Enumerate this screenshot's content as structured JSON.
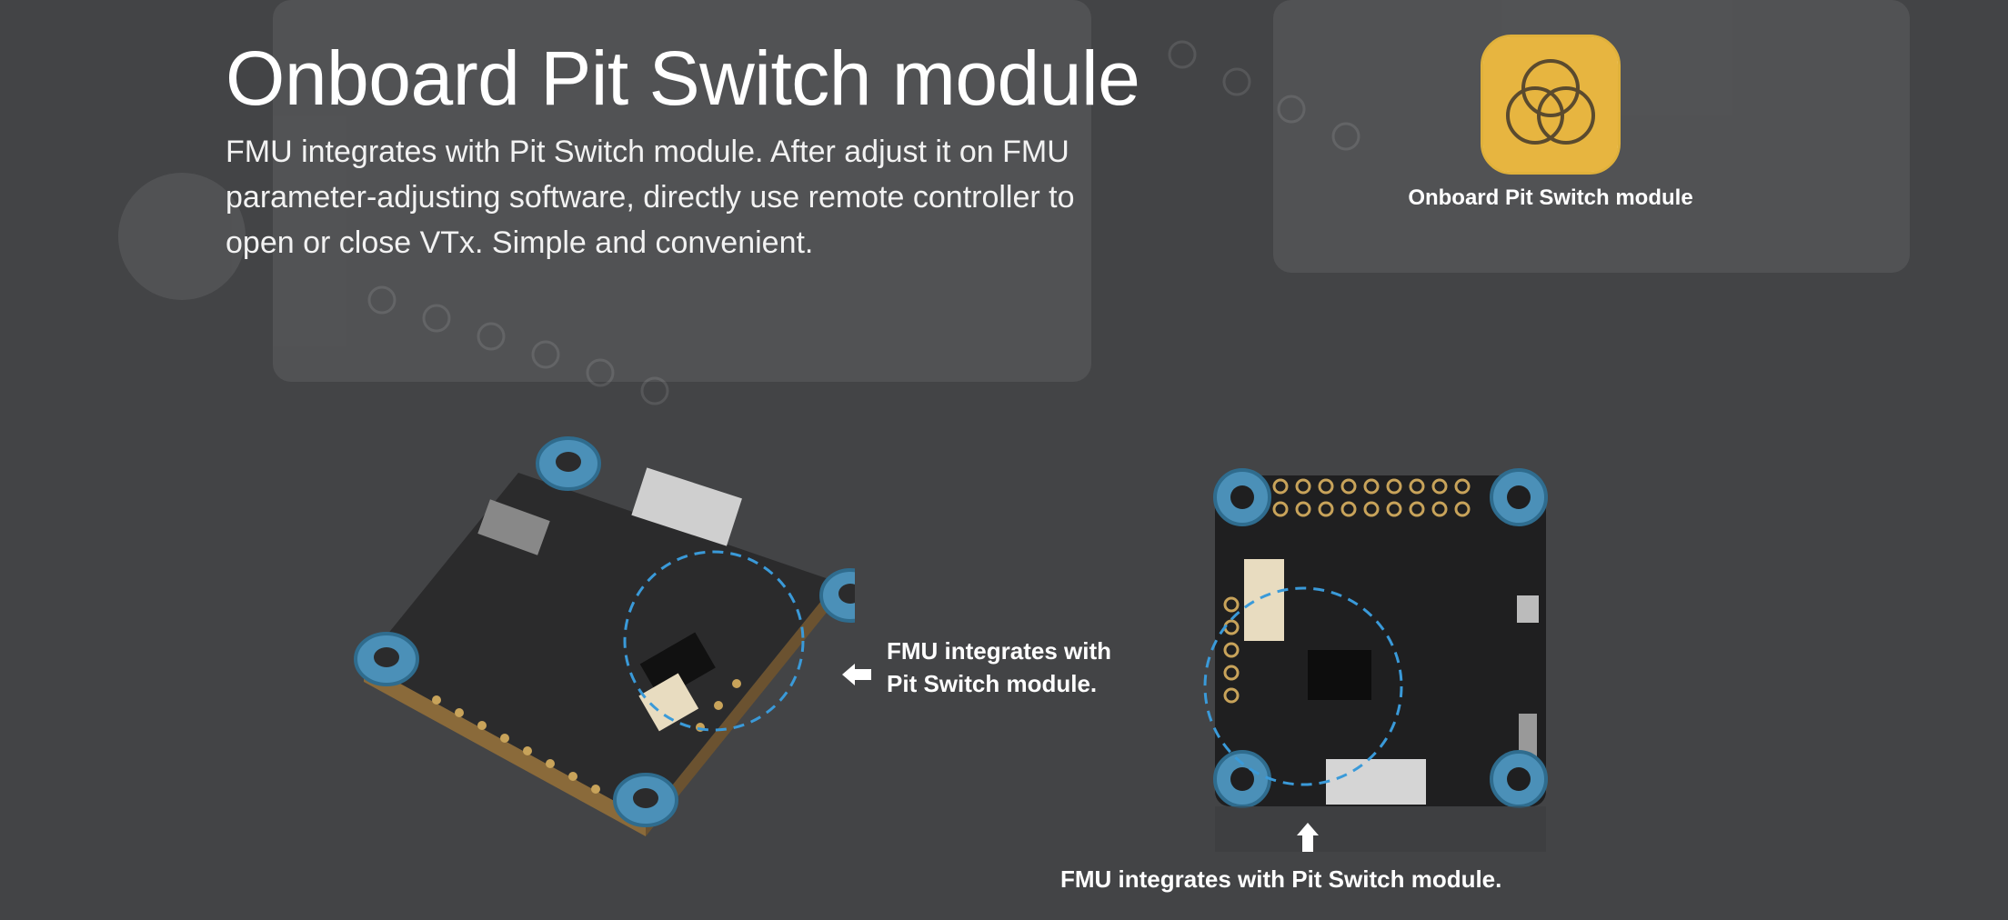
{
  "header": {
    "title": "Onboard Pit Switch module",
    "description_lines": [
      "FMU integrates with Pit Switch module. After adjust it on FMU",
      "parameter-adjusting software, directly use remote controller to",
      "open or close VTx. Simple and convenient."
    ]
  },
  "badge": {
    "icon": "three-circles-icon",
    "label": "Onboard Pit Switch module",
    "accent_color": "#e7b540"
  },
  "callouts": {
    "left_lines": [
      "FMU integrates with",
      "Pit Switch module."
    ],
    "bottom": "FMU integrates with Pit Switch module."
  },
  "colors": {
    "background": "#434446",
    "highlight_circle": "#3a9ad9",
    "standoff": "#4b90b8"
  }
}
